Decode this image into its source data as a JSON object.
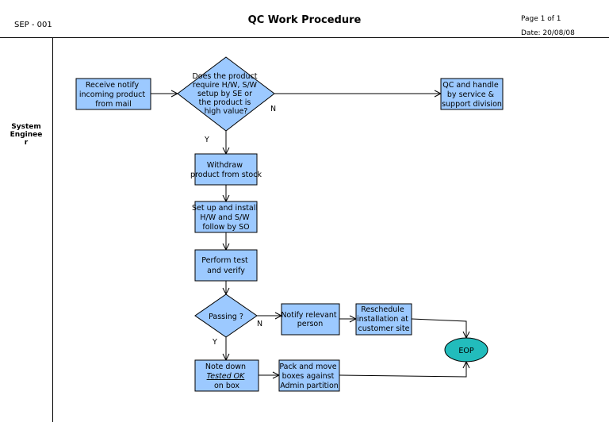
{
  "header": {
    "doc_id": "SEP - 001",
    "title": "QC Work Procedure",
    "page": "Page 1 of 1",
    "date": "Date: 20/08/08"
  },
  "lane": {
    "role": "System\nEnginee\nr"
  },
  "colors": {
    "node_fill": "#9cc9ff",
    "eop_fill": "#22bcbc",
    "stroke": "#000000"
  },
  "nodes": {
    "receive": [
      "Receive notify",
      "incoming product",
      "from mail"
    ],
    "decision": [
      "Does the product",
      "require H/W, S/W",
      "setup by SE or",
      "the product is",
      "high value?"
    ],
    "qc_handle": [
      "QC and handle",
      "by service &",
      "support division"
    ],
    "withdraw": [
      "Withdraw",
      "product from stock"
    ],
    "setup": [
      "Set up and install",
      "H/W and S/W",
      "follow by SO"
    ],
    "test": [
      "Perform test",
      "and verify"
    ],
    "passing": [
      "Passing ?"
    ],
    "notify": [
      "Notify relevant",
      "person"
    ],
    "reschedule": [
      "Reschedule",
      "installation at",
      "customer site"
    ],
    "eop": [
      "EOP"
    ],
    "note_down": [
      "Note down",
      "Tested OK",
      "on box"
    ],
    "pack": [
      "Pack and move",
      "boxes against",
      "Admin partition"
    ]
  },
  "labels": {
    "decision_no": "N",
    "decision_yes": "Y",
    "passing_no": "N",
    "passing_yes": "Y"
  }
}
